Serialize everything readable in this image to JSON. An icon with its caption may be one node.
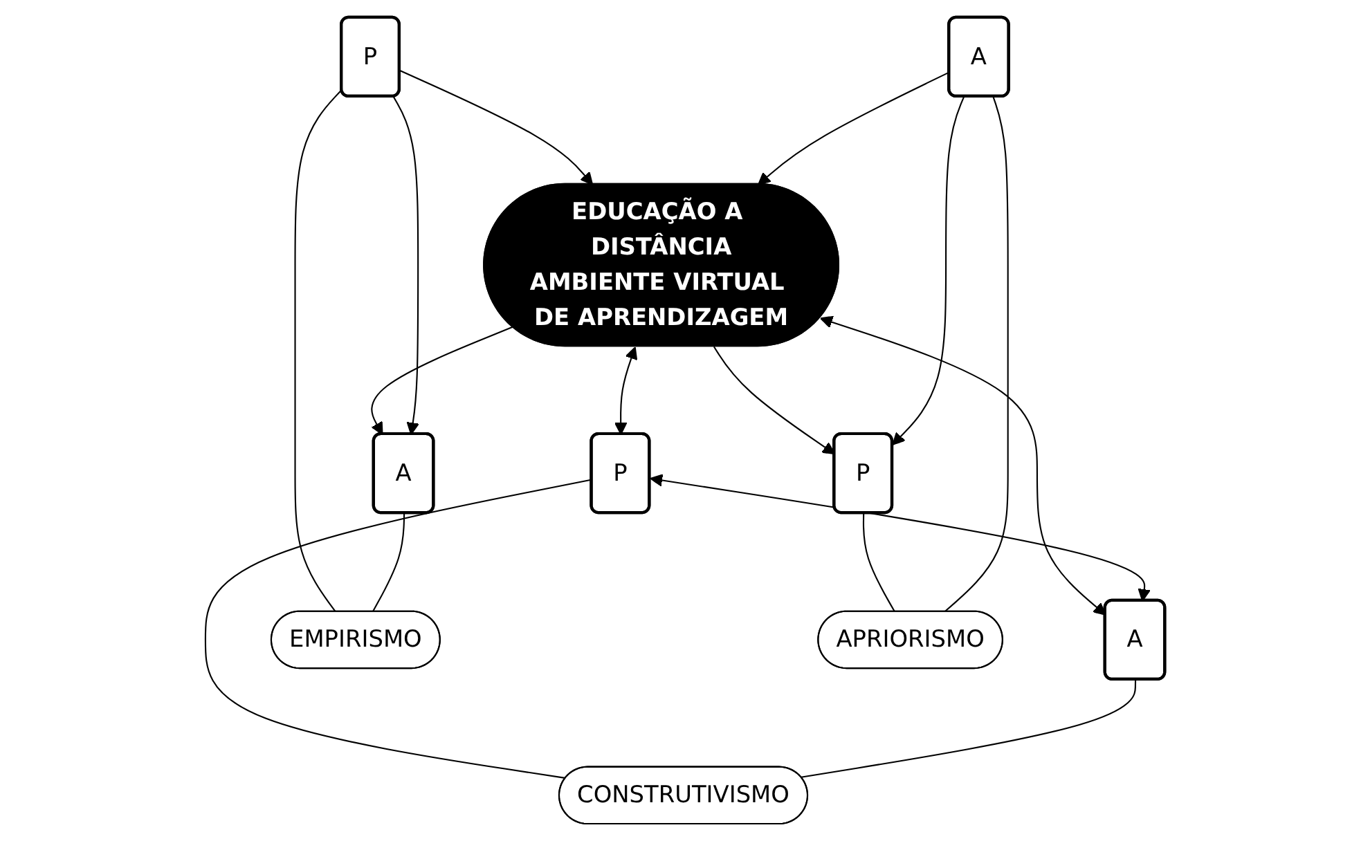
{
  "diagram": {
    "nodes": [
      {
        "text": [
          "EDUCAÇÃO A DISTÂNCIA",
          "AMBIENTE VIRTUAL DE APRENDIZAGEM"
        ]
      },
      {
        "text": [
          "P"
        ]
      },
      {
        "text": [
          "A"
        ]
      },
      {
        "text": [
          "CONSTRUTIVISMO"
        ]
      },
      {
        "text": [
          "P"
        ]
      },
      {
        "text": [
          "A"
        ]
      },
      {
        "text": [
          "EMPIRISMO"
        ]
      },
      {
        "text": [
          "P"
        ]
      },
      {
        "text": [
          "A"
        ]
      },
      {
        "text": [
          "APRIORISMO"
        ]
      }
    ],
    "edges": [
      {
        "from": 0,
        "to": 1,
        "arrow": "both"
      },
      {
        "from": 0,
        "to": 2,
        "arrow": "both"
      },
      {
        "from": 1,
        "to": 2,
        "arrow": "both"
      },
      {
        "from": 1,
        "to": 3,
        "arrow": "none"
      },
      {
        "from": 2,
        "to": 3,
        "arrow": "none"
      },
      {
        "from": 4,
        "to": 0,
        "arrow": "to"
      },
      {
        "from": 0,
        "to": 5,
        "arrow": "to"
      },
      {
        "from": 4,
        "to": 5,
        "arrow": "to"
      },
      {
        "from": 4,
        "to": 6,
        "arrow": "none"
      },
      {
        "from": 5,
        "to": 6,
        "arrow": "none"
      },
      {
        "from": 0,
        "to": 7,
        "arrow": "to"
      },
      {
        "from": 8,
        "to": 0,
        "arrow": "to"
      },
      {
        "from": 8,
        "to": 7,
        "arrow": "to"
      },
      {
        "from": 7,
        "to": 9,
        "arrow": "none"
      },
      {
        "from": 8,
        "to": 9,
        "arrow": "none"
      }
    ]
  }
}
